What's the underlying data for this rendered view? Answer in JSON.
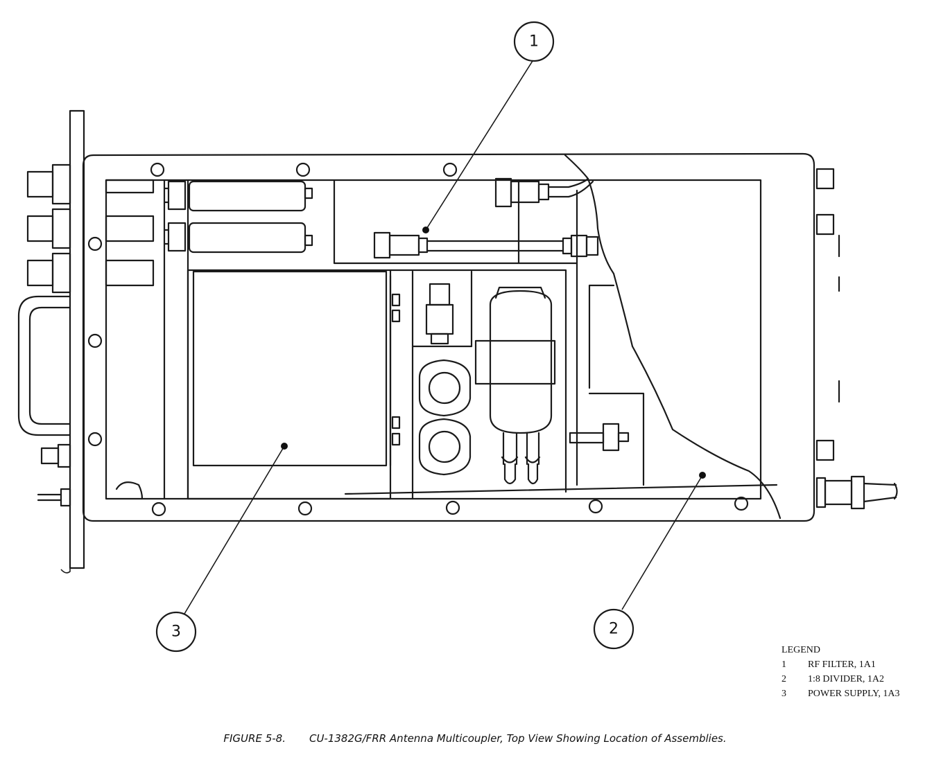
{
  "figure": {
    "number": "FIGURE 5-8.",
    "title": "CU-1382G/FRR Antenna Multicoupler, Top View Showing Location of Assemblies."
  },
  "callouts": [
    "1",
    "2",
    "3"
  ],
  "legend": {
    "heading": "LEGEND",
    "items": [
      {
        "num": "1",
        "label": "RF FILTER, 1A1"
      },
      {
        "num": "2",
        "label": "1:8 DIVIDER, 1A2"
      },
      {
        "num": "3",
        "label": "POWER SUPPLY, 1A3"
      }
    ]
  }
}
